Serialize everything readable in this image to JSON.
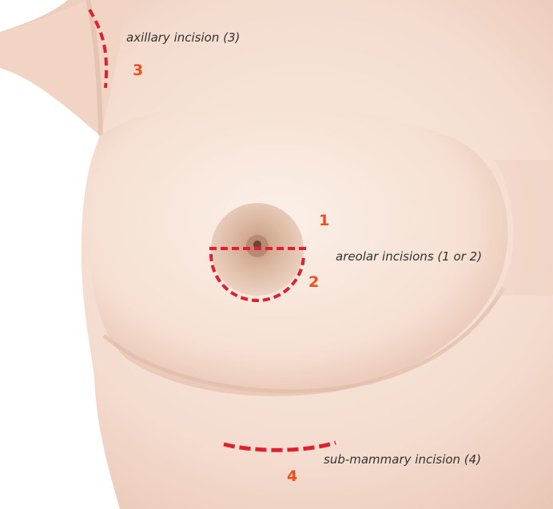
{
  "colors": {
    "background": "#ffffff",
    "skin": "#f4dccf",
    "skin_light": "#f9ece3",
    "skin_shadow": "#e3bfae",
    "areola": "#dcb9a2",
    "incision": "#e0202e",
    "number": "#e8501f",
    "label_text": "#333333"
  },
  "labels": {
    "axillary": "axillary incision  (3)",
    "areolar": "areolar incisions (1 or 2)",
    "submammary": "sub-mammary incision (4)"
  },
  "numbers": {
    "n1": "1",
    "n2": "2",
    "n3": "3",
    "n4": "4"
  }
}
